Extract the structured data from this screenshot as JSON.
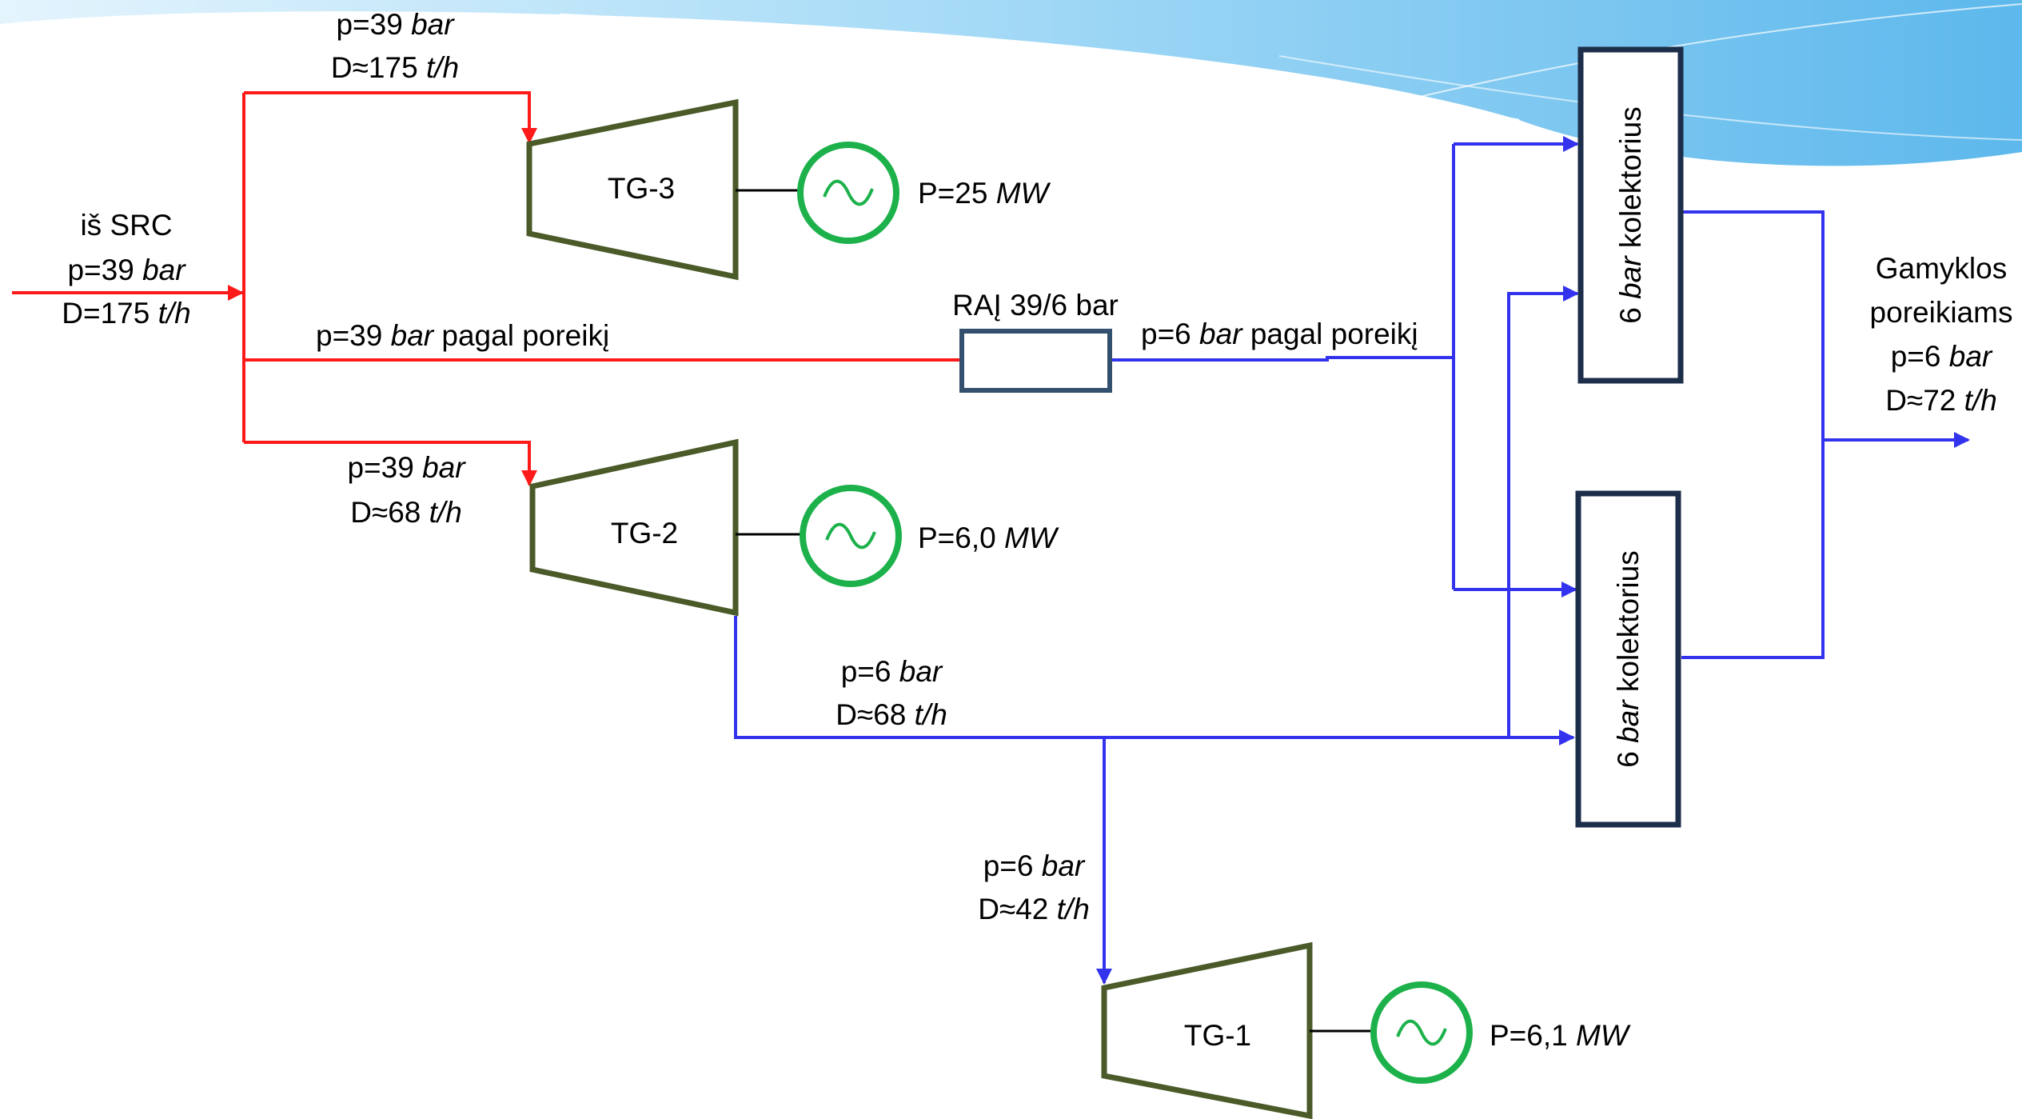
{
  "colors": {
    "hp_steam": "#ff1a1a",
    "lp_steam": "#3333ee",
    "turbine": "#4a5a28",
    "generator": "#1cb14a",
    "box_border": "#1c2e4a",
    "valve_border": "#33506e",
    "banner_light": "#c6e7fa",
    "banner_mid": "#8fd0f4",
    "banner_dark": "#56b4ea"
  },
  "source": {
    "line1": "iš SRC",
    "p_prefix": "p=39",
    "p_unit": "bar",
    "d_prefix": "D=175",
    "d_unit": "t/h"
  },
  "tg3": {
    "label": "TG-3",
    "inlet_p_prefix": "p=39",
    "inlet_p_unit": "bar",
    "inlet_d_prefix": "D≈175",
    "inlet_d_unit": "t/h",
    "power_prefix": "P=25",
    "power_unit": "MW"
  },
  "tg2": {
    "label": "TG-2",
    "inlet_p_prefix": "p=39",
    "inlet_p_unit": "bar",
    "inlet_d_prefix": "D≈68",
    "inlet_d_unit": "t/h",
    "power_prefix": "P=6,0",
    "power_unit": "MW",
    "outlet_p_prefix": "p=6",
    "outlet_p_unit": "bar",
    "outlet_d_prefix": "D≈68",
    "outlet_d_unit": "t/h"
  },
  "tg1": {
    "label": "TG-1",
    "inlet_p_prefix": "p=6",
    "inlet_p_unit": "bar",
    "inlet_d_prefix": "D≈42",
    "inlet_d_unit": "t/h",
    "power_prefix": "P=6,1",
    "power_unit": "MW"
  },
  "bypass": {
    "hp_p_prefix": "p=39",
    "hp_p_unit": "bar",
    "hp_suffix": "pagal poreikį",
    "valve_label": "RAĮ 39/6 bar",
    "lp_p_prefix": "p=6",
    "lp_p_unit": "bar",
    "lp_suffix": "pagal poreikį"
  },
  "collector_top": {
    "prefix": "6",
    "unit": "bar",
    "suffix": "kolektorius"
  },
  "collector_bottom": {
    "prefix": "6",
    "unit": "bar",
    "suffix": "kolektorius"
  },
  "output": {
    "line1": "Gamyklos",
    "line2": "poreikiams",
    "p_prefix": "p=6",
    "p_unit": "bar",
    "d_prefix": "D≈72",
    "d_unit": "t/h"
  }
}
